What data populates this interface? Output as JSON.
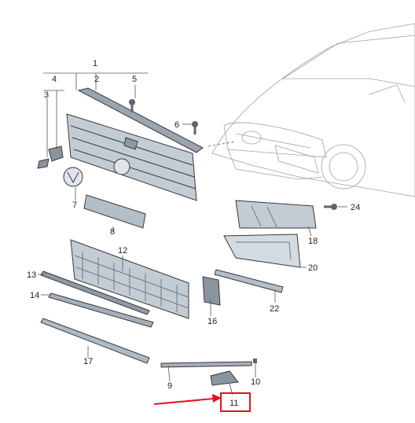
{
  "labels": {
    "l1": "1",
    "l2": "2",
    "l3": "3",
    "l4": "4",
    "l5": "5",
    "l6": "6",
    "l7": "7",
    "l8": "8",
    "l9": "9",
    "l10": "10",
    "l11": "11",
    "l12": "12",
    "l13": "13",
    "l14": "14",
    "l16": "16",
    "l17": "17",
    "l18": "18",
    "l20": "20",
    "l22": "22",
    "l24": "24"
  },
  "highlight": {
    "color": "#e0141e",
    "target_label": "11"
  },
  "colors": {
    "part_fill": "#b9c3cc",
    "part_dark": "#6f7a85",
    "car_line": "#9aa3ad"
  }
}
